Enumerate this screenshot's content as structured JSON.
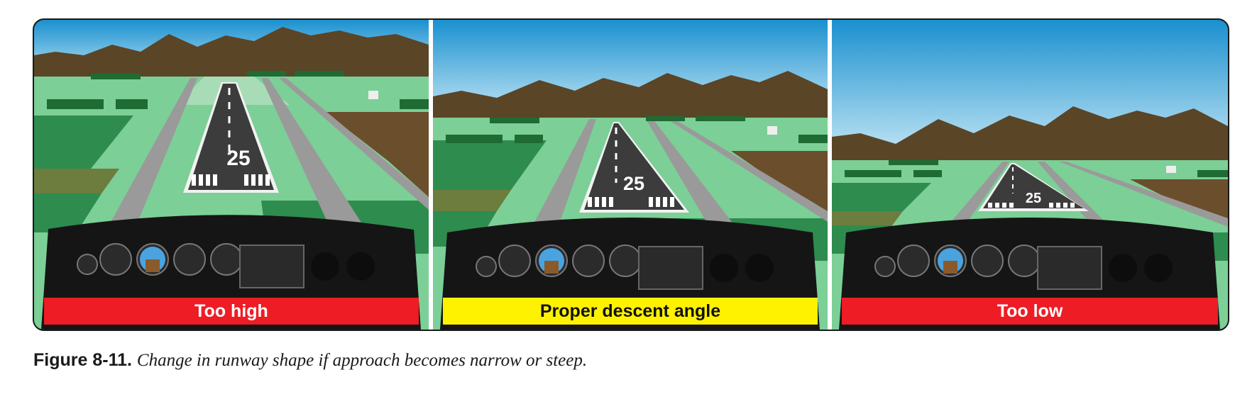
{
  "panels": [
    {
      "label": "Too high",
      "bar_color": "#ee1c25",
      "text_color": "#ffffff",
      "runway_number": "25",
      "view": "high"
    },
    {
      "label": "Proper descent angle",
      "bar_color": "#fff200",
      "text_color": "#111111",
      "runway_number": "25",
      "view": "proper"
    },
    {
      "label": "Too low",
      "bar_color": "#ee1c25",
      "text_color": "#ffffff",
      "runway_number": "25",
      "view": "low"
    }
  ],
  "caption": {
    "figure_number": "Figure 8-11.",
    "text": "Change in runway shape if approach becomes narrow or steep."
  }
}
